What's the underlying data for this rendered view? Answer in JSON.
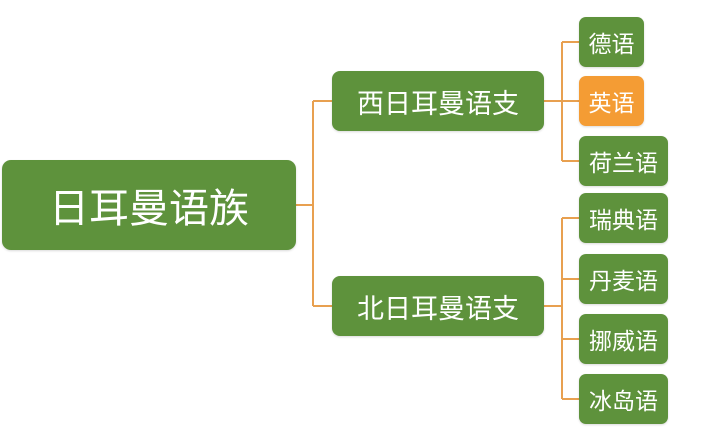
{
  "colors": {
    "node_fill": "#5e923c",
    "highlight_fill": "#f49c34",
    "connector": "#e8a050",
    "text": "#ffffff"
  },
  "mindmap": {
    "root": {
      "label": "日耳曼语族"
    },
    "branches": [
      {
        "label": "西日耳曼语支",
        "children": [
          {
            "label": "德语",
            "highlighted": false
          },
          {
            "label": "英语",
            "highlighted": true
          },
          {
            "label": "荷兰语",
            "highlighted": false
          }
        ]
      },
      {
        "label": "北日耳曼语支",
        "children": [
          {
            "label": "瑞典语",
            "highlighted": false
          },
          {
            "label": "丹麦语",
            "highlighted": false
          },
          {
            "label": "挪威语",
            "highlighted": false
          },
          {
            "label": "冰岛语",
            "highlighted": false
          }
        ]
      }
    ]
  }
}
